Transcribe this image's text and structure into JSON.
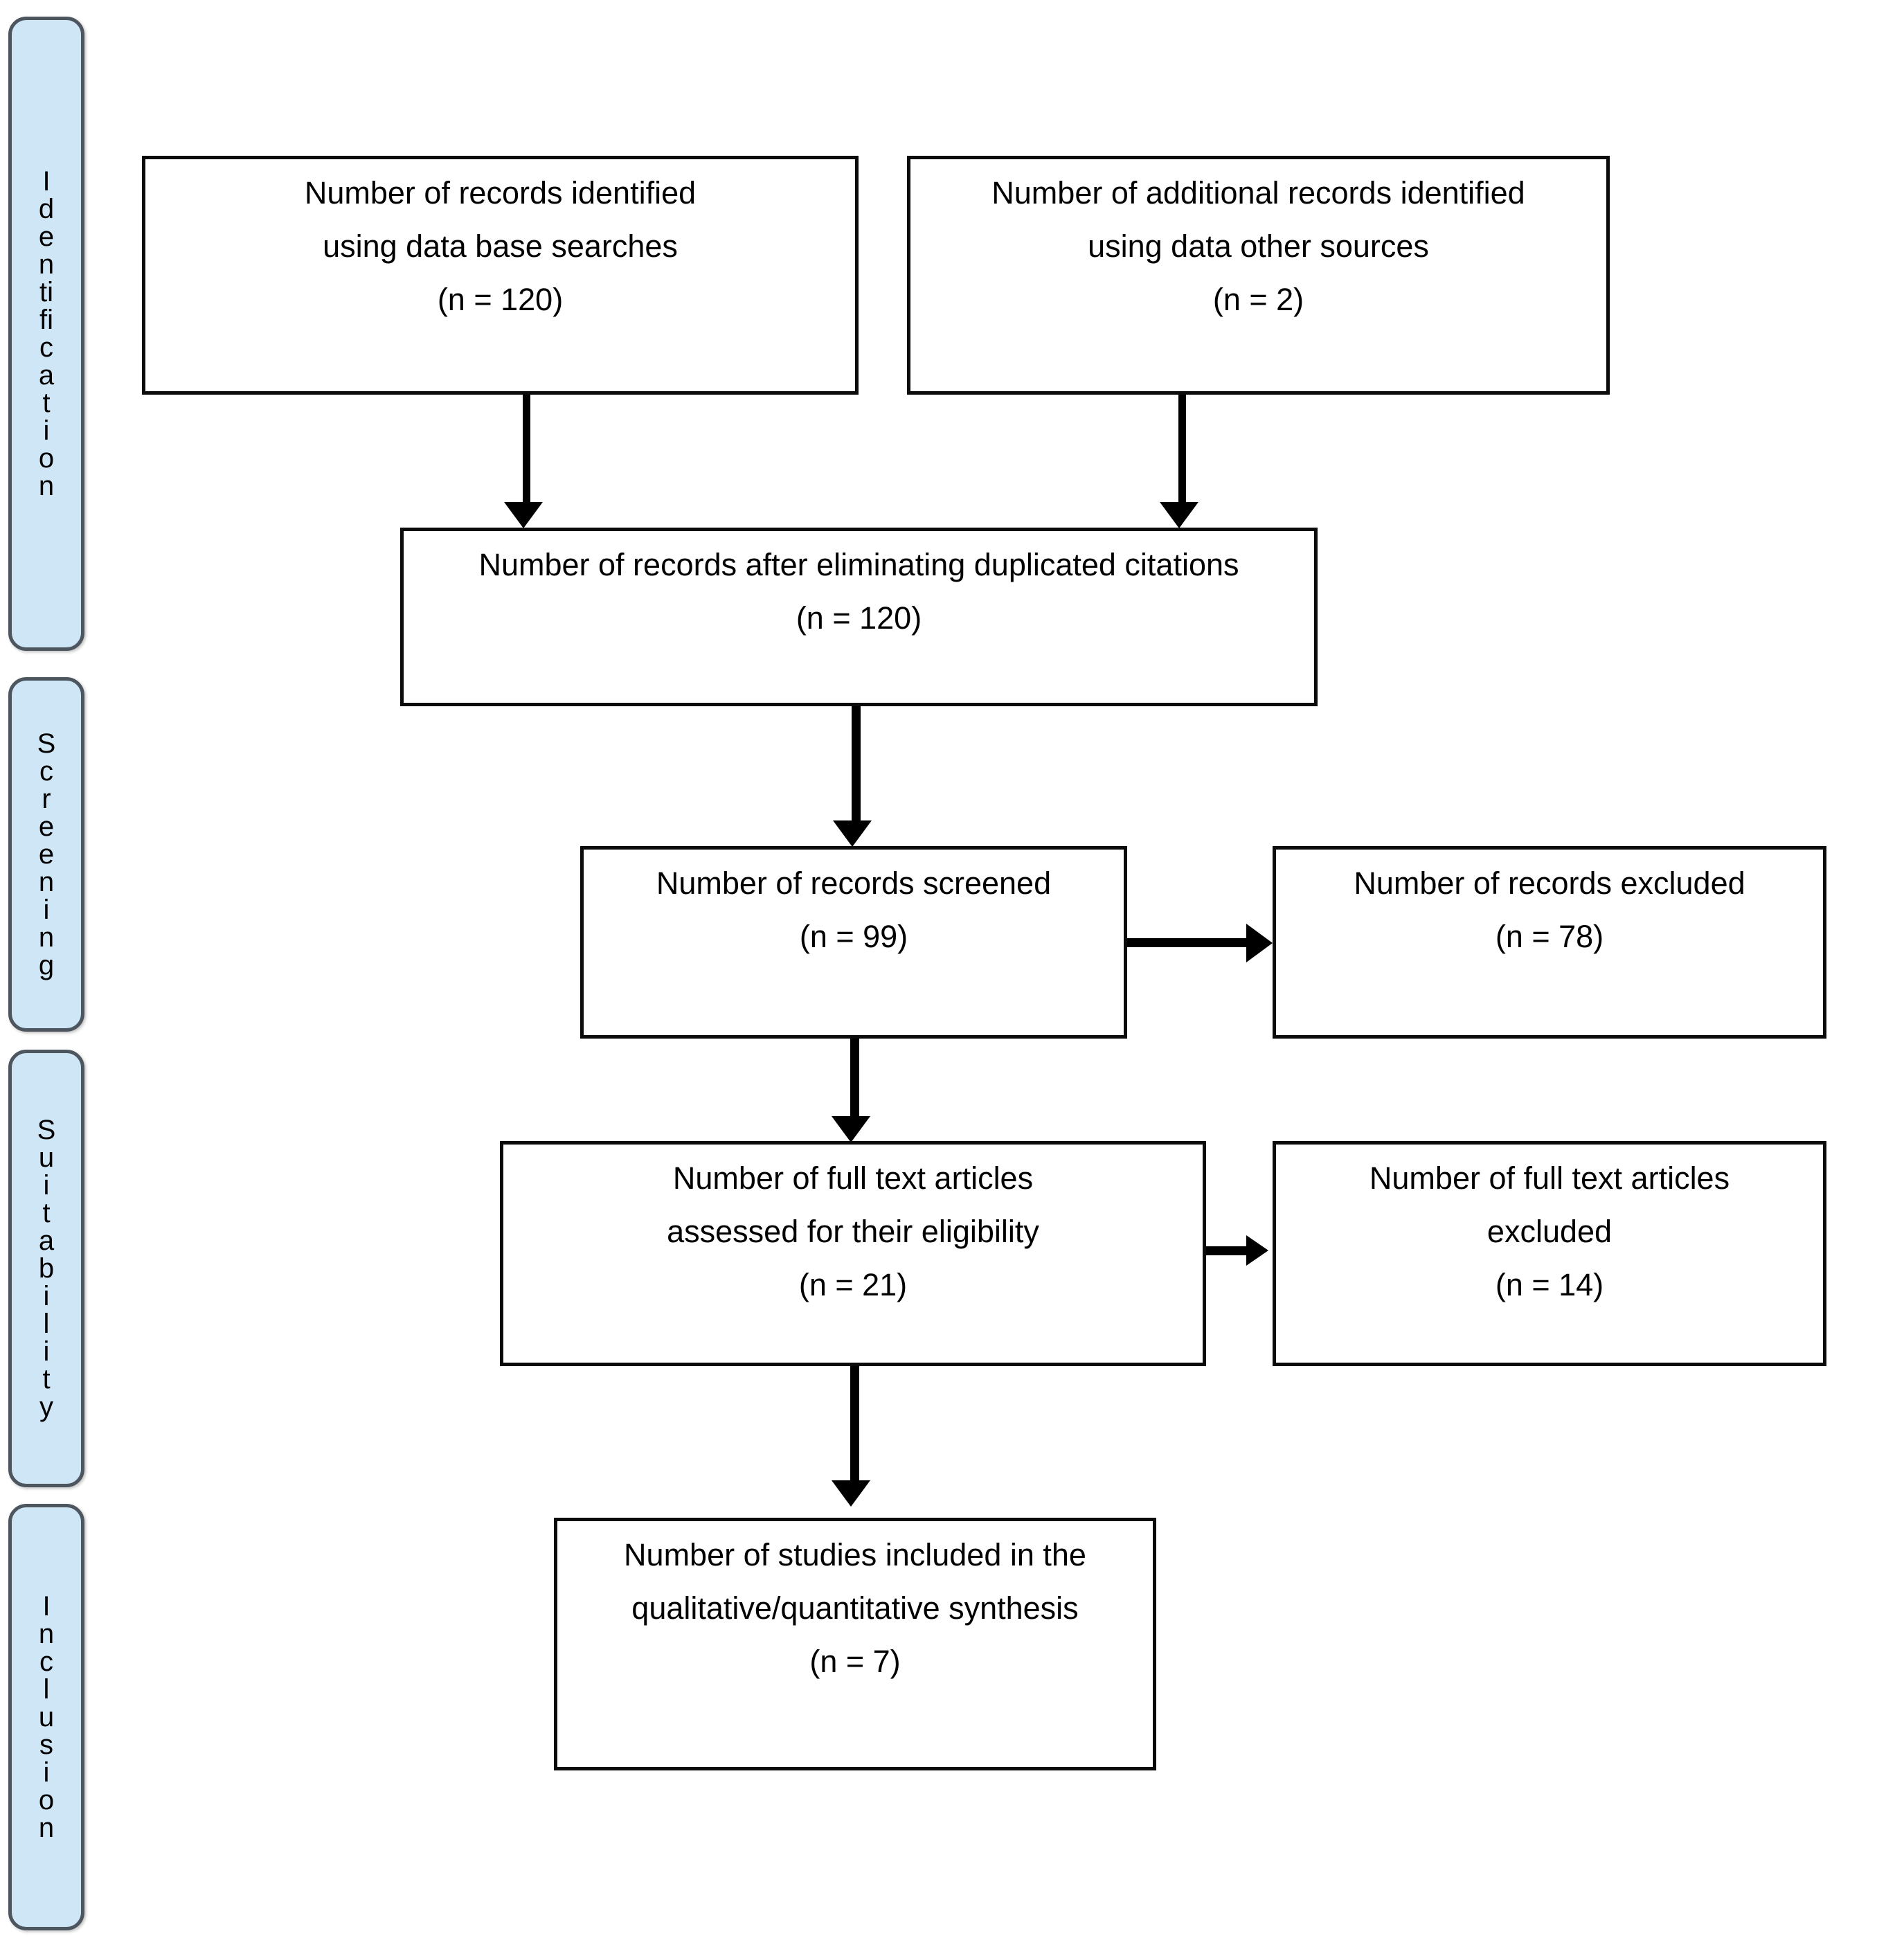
{
  "diagram": {
    "type": "prisma-flow-diagram",
    "colors": {
      "stage_band_fill": "#cfe6f7",
      "stage_band_border": "#4d565e",
      "box_border": "#0b0b0b",
      "box_fill": "#ffffff",
      "arrow": "#000000",
      "text": "#000000"
    }
  },
  "stages": [
    {
      "id": "identification",
      "label": "Identification",
      "letters": [
        "I",
        "d",
        "e",
        "n",
        "ti",
        "fi",
        "c",
        "a",
        "t",
        "i",
        "o",
        "n"
      ]
    },
    {
      "id": "screening",
      "label": "Screening",
      "letters": [
        "S",
        "c",
        "r",
        "e",
        "e",
        "n",
        "i",
        "n",
        "g"
      ]
    },
    {
      "id": "suitability",
      "label": "Suitability",
      "letters": [
        "S",
        "u",
        "i",
        "t",
        "a",
        "b",
        "i",
        "l",
        "i",
        "t",
        "y"
      ]
    },
    {
      "id": "inclusion",
      "label": "Inclusion",
      "letters": [
        "I",
        "n",
        "c",
        "l",
        "u",
        "s",
        "i",
        "o",
        "n"
      ]
    }
  ],
  "boxes": {
    "records_identified_db": {
      "line1": "Number of records identified",
      "line2": "using data base searches",
      "line3": "(n = 120)",
      "count": 120
    },
    "records_identified_other": {
      "line1": "Number of additional records identified",
      "line2": "using data other sources",
      "line3": "(n = 2)",
      "count": 2
    },
    "records_after_duplicates": {
      "line1": "Number of records after eliminating duplicated citations",
      "line2": "(n = 120)",
      "count": 120
    },
    "records_screened": {
      "line1": "Number of records screened",
      "line2": "(n = 99)",
      "count": 99
    },
    "records_excluded": {
      "line1": "Number of records excluded",
      "line2": "(n = 78)",
      "count": 78
    },
    "fulltext_assessed": {
      "line1": "Number of full text articles",
      "line2": "assessed for their eligibility",
      "line3": "(n = 21)",
      "count": 21
    },
    "fulltext_excluded": {
      "line1": "Number of full text articles",
      "line2": "excluded",
      "line3": "(n = 14)",
      "count": 14
    },
    "studies_included": {
      "line1": "Number of studies included in the",
      "line2": "qualitative/quantitative synthesis",
      "line3": "(n = 7)",
      "count": 7
    }
  }
}
